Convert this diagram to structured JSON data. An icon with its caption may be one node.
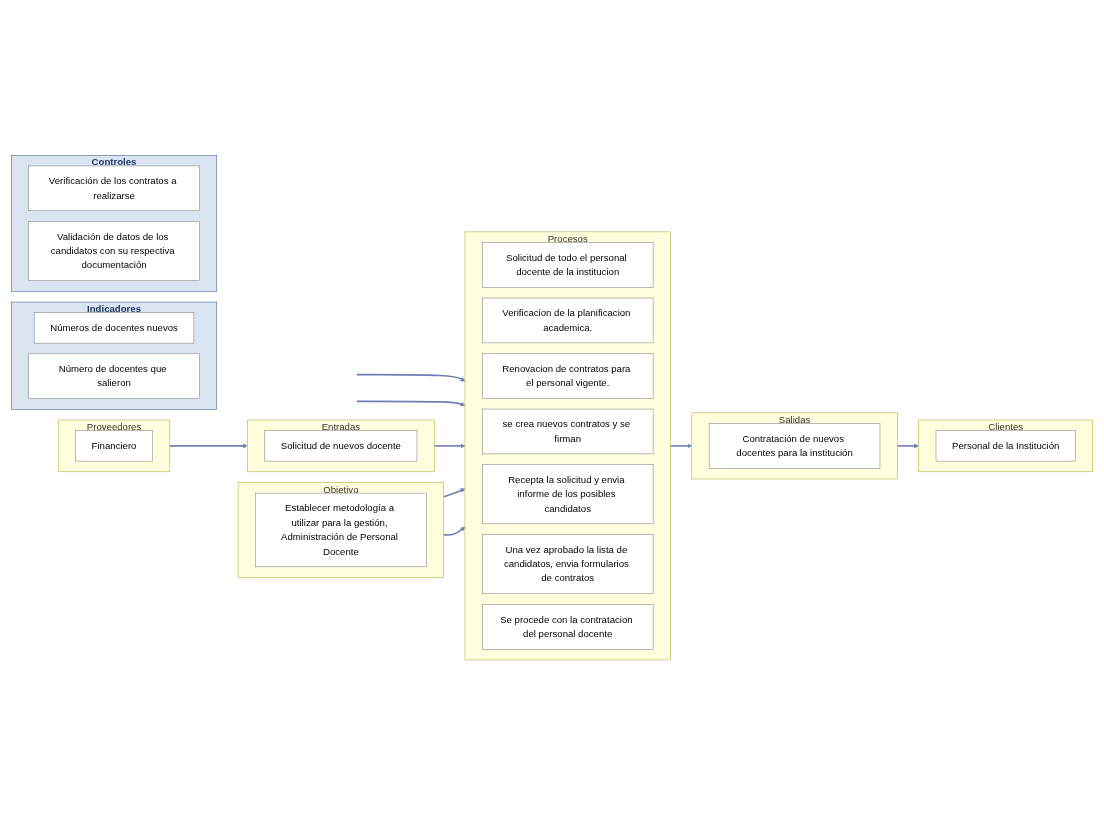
{
  "diagram": {
    "nodes": [
      {
        "text": [
          "Proveedores"
        ]
      },
      {
        "text": [
          "Financiero"
        ],
        "in": 0
      },
      {
        "text": [
          "Entradas"
        ]
      },
      {
        "text": [
          "Solicitud de nuevos docente"
        ],
        "in": 2
      },
      {
        "text": [
          "Indicadores"
        ]
      },
      {
        "text": [
          "Números de docentes nuevos"
        ],
        "in": 4
      },
      {
        "text": [
          "Número de docentes que salieron"
        ],
        "in": 4
      },
      {
        "text": [
          "Procesos"
        ]
      },
      {
        "text": [
          "Solicitud de todo el personal docente de la institucion"
        ],
        "in": 7
      },
      {
        "text": [
          "Verificacion de la planificacion academica."
        ],
        "in": 7
      },
      {
        "text": [
          "Renovacion de contratos para el personal vigente."
        ],
        "in": 7
      },
      {
        "text": [
          "se crea nuevos contratos y se firman"
        ],
        "in": 7
      },
      {
        "text": [
          "Recepta la solicitud y envia informe de los posibles candidatos"
        ],
        "in": 7
      },
      {
        "text": [
          "Una vez aprobado la lista de candidatos, envia formularios de contratos"
        ],
        "in": 7
      },
      {
        "text": [
          "Se procede con la contratacion del personal docente"
        ],
        "in": 7
      },
      {
        "text": [
          "Objetivo"
        ]
      },
      {
        "text": [
          "Establecer metodología a utilizar para la gestión, Administración de Personal Docente"
        ],
        "in": 15
      },
      {
        "text": [
          "Clientes"
        ]
      },
      {
        "text": [
          "Personal de la Institución"
        ],
        "in": 17
      },
      {
        "text": [
          "Salidas"
        ]
      },
      {
        "text": [
          "Contratación de nuevos docentes para la institución"
        ],
        "in": 19
      },
      {
        "text": [
          "Controles"
        ]
      },
      {
        "text": [
          "Verificación de los contratos a realizarse"
        ],
        "in": 21
      },
      {
        "text": [
          "Validación de datos de los candidatos con su respectiva documentación"
        ],
        "in": 21
      }
    ],
    "edges": [
      {
        "from": null,
        "to": 7,
        "arrow": "to"
      },
      {
        "from": null,
        "to": 7,
        "arrow": "to"
      },
      {
        "from": 0,
        "to": 2,
        "arrow": "to"
      },
      {
        "from": 2,
        "to": 7,
        "arrow": "to"
      },
      {
        "from": 7,
        "to": 19,
        "arrow": "to"
      },
      {
        "from": 19,
        "to": 17,
        "arrow": "to"
      },
      {
        "from": 15,
        "to": 7,
        "arrow": "to"
      },
      {
        "from": 15,
        "to": 7,
        "arrow": "to"
      }
    ]
  }
}
